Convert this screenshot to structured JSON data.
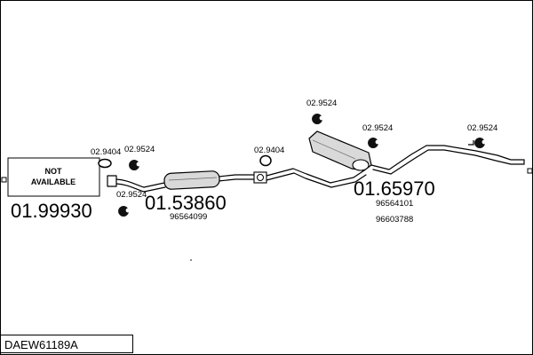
{
  "diagram": {
    "title_code": "DAEW61189A",
    "not_available": {
      "line1": "NOT",
      "line2": "AVAILABLE"
    },
    "parts": {
      "front_pipe": {
        "number": "01.99930"
      },
      "middle_silencer": {
        "number": "01.53860",
        "oe": [
          "96564099"
        ]
      },
      "rear_silencer": {
        "number": "01.65970",
        "oe": [
          "96564101",
          "96603788"
        ]
      }
    },
    "fittings": {
      "gasket_a": "02.9404",
      "mount_a": "02.9524",
      "clamp_a": "02.9524",
      "gasket_b": "02.9404",
      "mount_b": "02.9524",
      "mount_c": "02.9524",
      "mount_d": "02.9524"
    },
    "colors": {
      "line": "#000000",
      "pipe_fill": "#ffffff",
      "part_fill": "#d9d9d9"
    }
  }
}
